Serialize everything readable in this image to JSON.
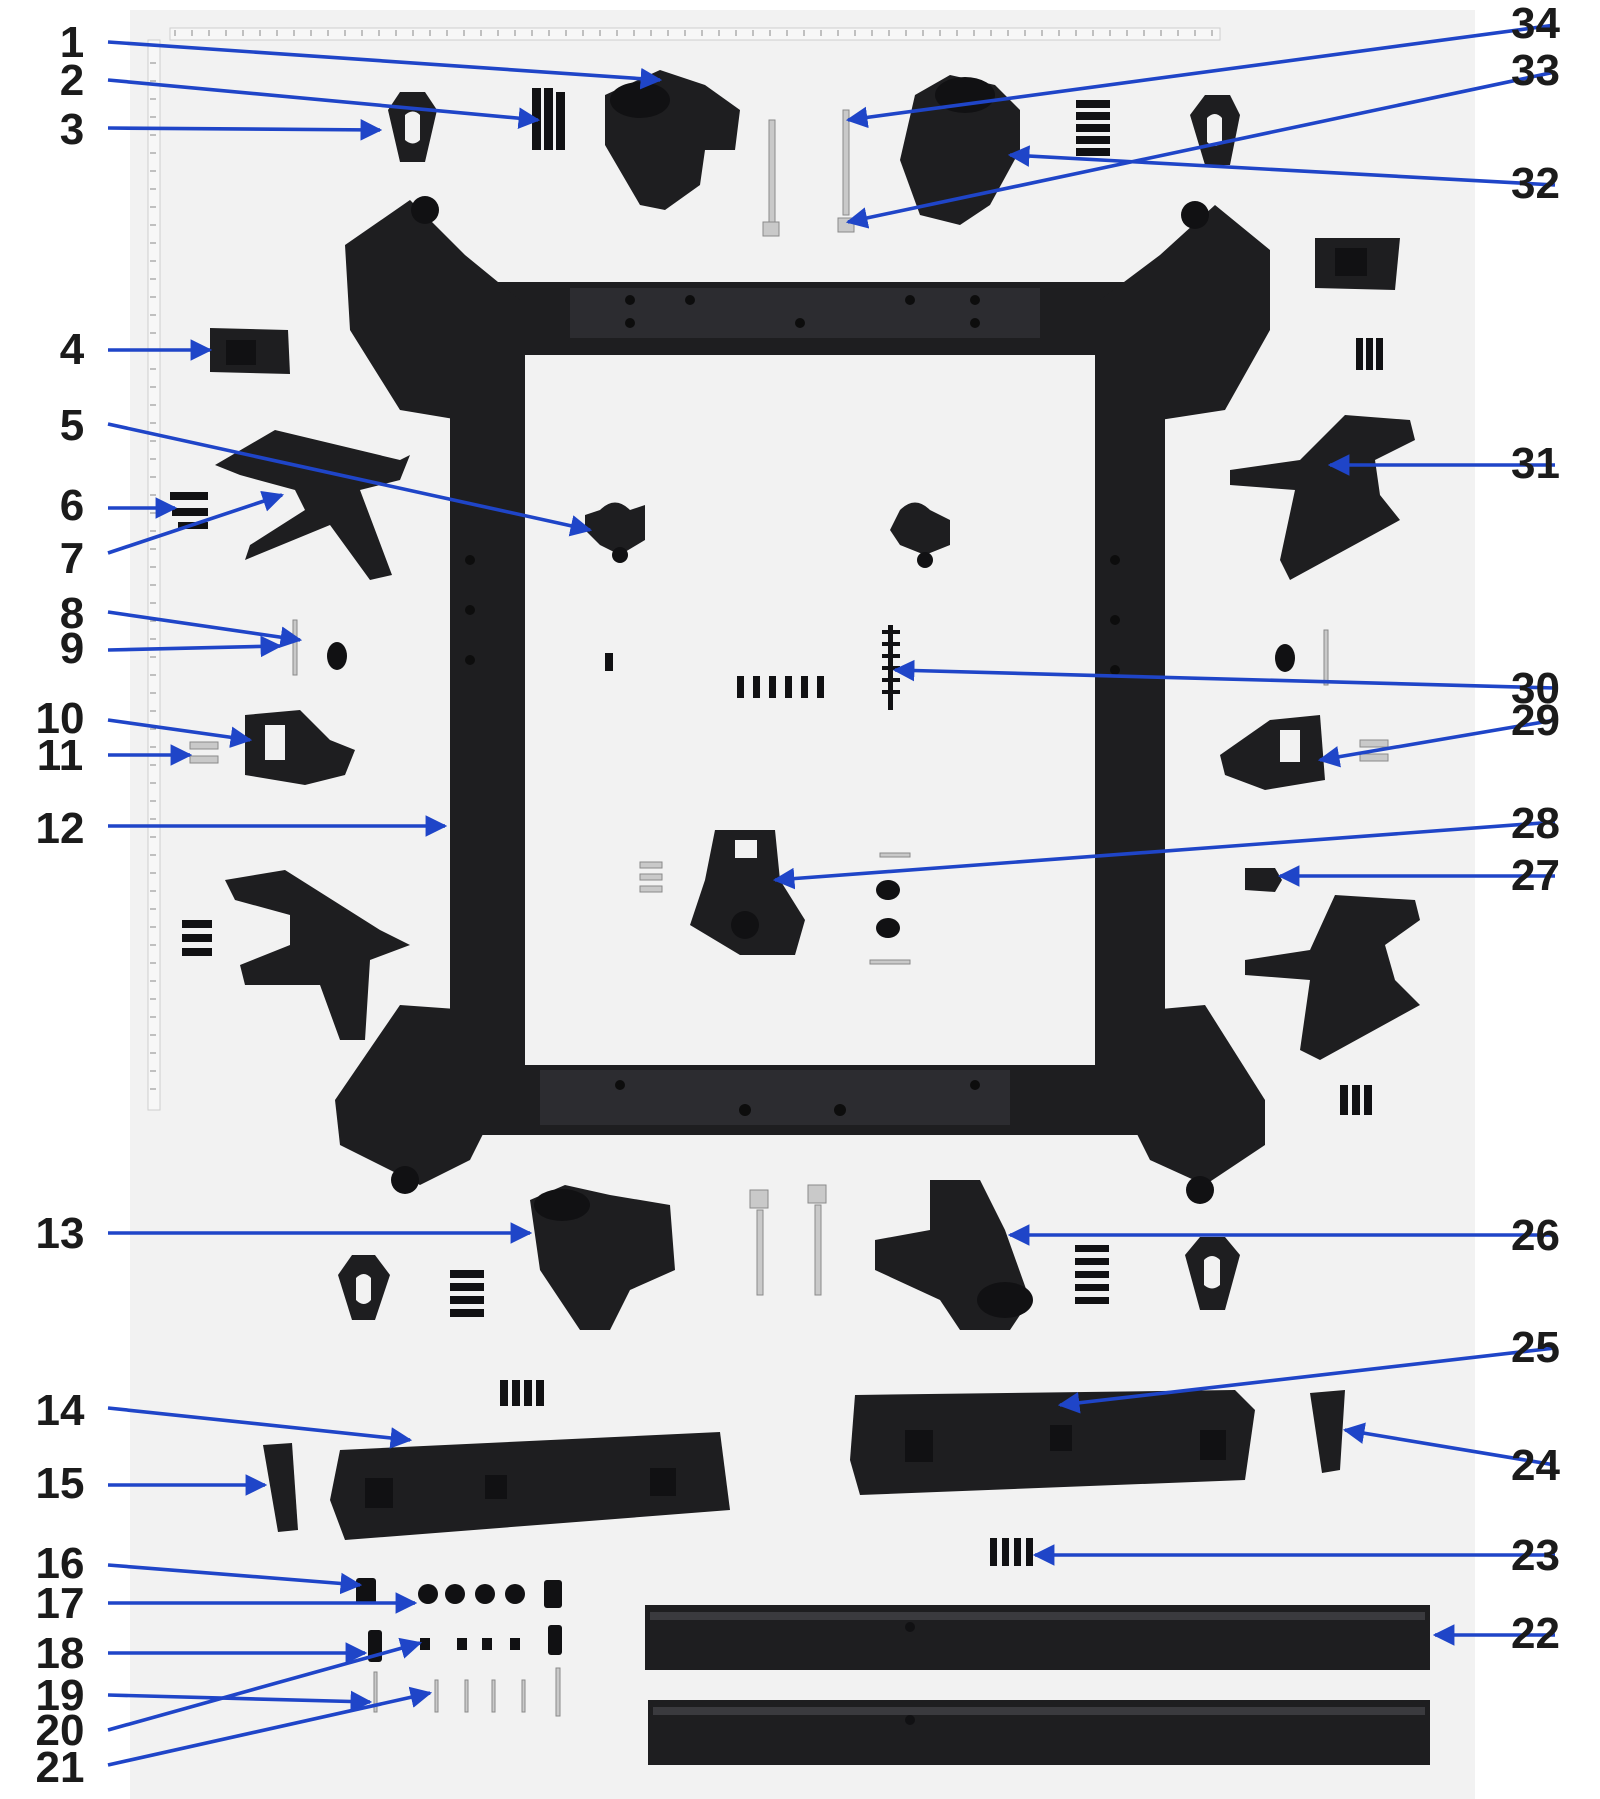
{
  "title": "",
  "colors": {
    "arrow": "#1f45c8",
    "parts": "#1e1e20",
    "background": "#f2f2f2",
    "label": "#1b1b1b"
  },
  "callouts": [
    {
      "n": "1"
    },
    {
      "n": "2"
    },
    {
      "n": "3"
    },
    {
      "n": "4"
    },
    {
      "n": "5"
    },
    {
      "n": "6"
    },
    {
      "n": "7"
    },
    {
      "n": "8"
    },
    {
      "n": "9"
    },
    {
      "n": "10"
    },
    {
      "n": "11"
    },
    {
      "n": "12"
    },
    {
      "n": "13"
    },
    {
      "n": "14"
    },
    {
      "n": "15"
    },
    {
      "n": "16"
    },
    {
      "n": "17"
    },
    {
      "n": "18"
    },
    {
      "n": "19"
    },
    {
      "n": "20"
    },
    {
      "n": "21"
    },
    {
      "n": "22"
    },
    {
      "n": "23"
    },
    {
      "n": "24"
    },
    {
      "n": "25"
    },
    {
      "n": "26"
    },
    {
      "n": "27"
    },
    {
      "n": "28"
    },
    {
      "n": "29"
    },
    {
      "n": "30"
    },
    {
      "n": "31"
    },
    {
      "n": "32"
    },
    {
      "n": "33"
    },
    {
      "n": "34"
    }
  ]
}
